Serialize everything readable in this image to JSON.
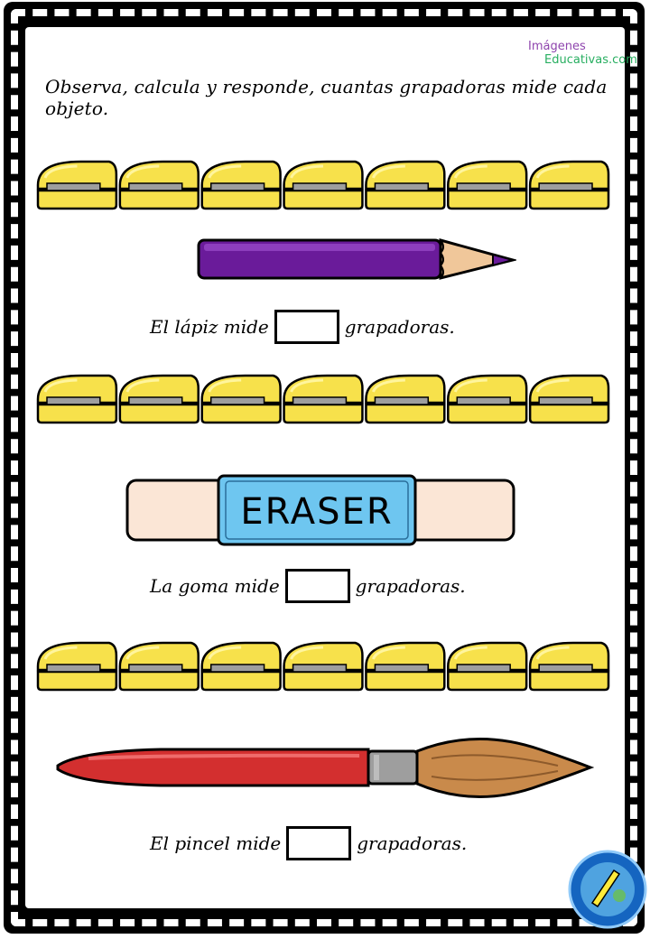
{
  "logo": {
    "line1": "Imágenes",
    "line2": "Educativas.com"
  },
  "instructions": "Observa, calcula y responde, cuantas grapadoras mide cada objeto.",
  "rows": [
    {
      "object": "pencil",
      "sentence_before": "El lápiz mide",
      "answer": "",
      "sentence_after": "grapadoras.",
      "stapler_count": 7
    },
    {
      "object": "eraser",
      "eraser_label": "ERASER",
      "sentence_before": "La goma mide",
      "answer": "",
      "sentence_after": "grapadoras.",
      "stapler_count": 7
    },
    {
      "object": "paintbrush",
      "sentence_before": "El pincel mide",
      "answer": "",
      "sentence_after": "grapadoras.",
      "stapler_count": 7
    }
  ],
  "badge": {
    "url": "http://www.imagenes educativas.com/"
  },
  "colors": {
    "stapler": "#f7e14b",
    "pencil": "#6a1b9a",
    "eraser_band": "#6ec6f0",
    "brush_handle": "#d32f2f",
    "brush_tip": "#c98a4b"
  }
}
